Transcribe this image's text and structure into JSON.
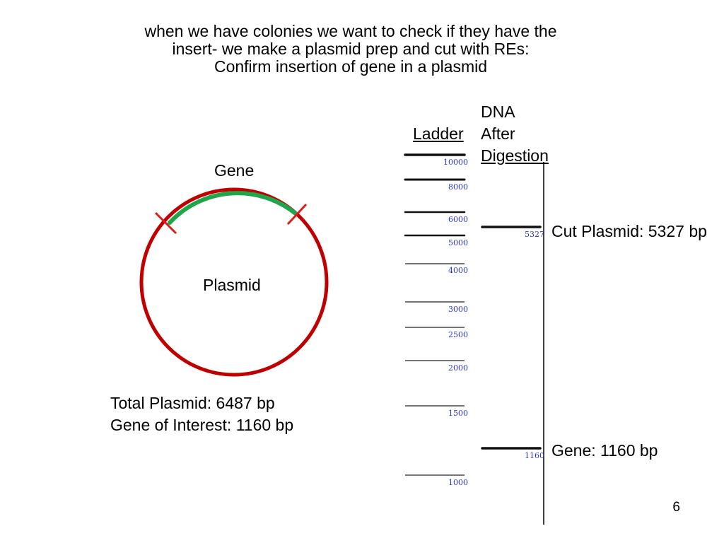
{
  "title_lines": [
    "when we have colonies we want to check if they have the",
    "insert- we make a plasmid prep and cut with REs:",
    "Confirm insertion of gene in a plasmid"
  ],
  "plasmid": {
    "gene_label": "Gene",
    "plasmid_label": "Plasmid",
    "total_text": "Total Plasmid: 6487 bp",
    "gene_text": "Gene of Interest:  1160 bp",
    "colors": {
      "plasmid": "#c00000",
      "gene": "#1fa64b",
      "cut_marks": "#e01b1b"
    }
  },
  "gel": {
    "ladder_header": "Ladder",
    "sample_header_lines": [
      "DNA",
      "After",
      "Digestion"
    ],
    "ladder_bands": [
      "10000",
      "8000",
      "6000",
      "5000",
      "4000",
      "3000",
      "2500",
      "2000",
      "1500",
      "1000"
    ],
    "sample_bands": [
      {
        "size": "5327",
        "label": "Cut Plasmid: 5327 bp"
      },
      {
        "size": "1160",
        "label": "Gene: 1160 bp"
      }
    ],
    "label_color": "#2b35c8"
  },
  "page_number": "6"
}
